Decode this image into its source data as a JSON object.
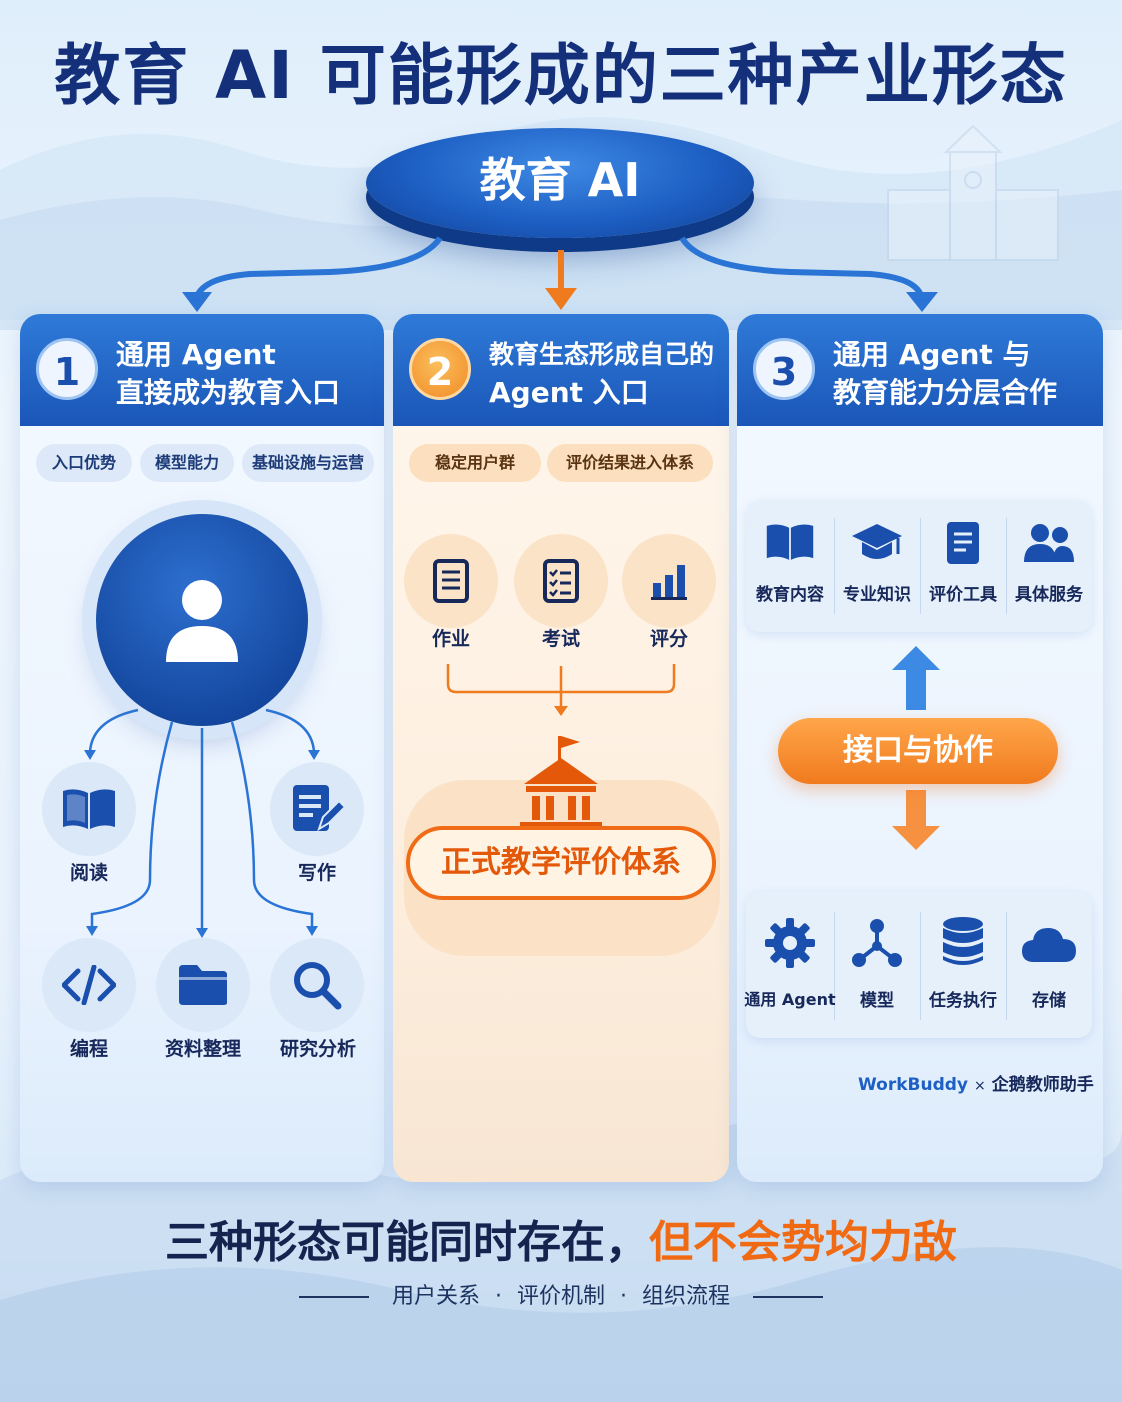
{
  "title": "教育 AI 可能形成的三种产业形态",
  "hub": "教育 AI",
  "cards": [
    {
      "num": "1",
      "title_line1": "通用 Agent",
      "title_line2": "直接成为教育入口",
      "tags": [
        "入口优势",
        "模型能力",
        "基础设施与运营"
      ],
      "items": [
        "阅读",
        "写作",
        "编程",
        "资料整理",
        "研究分析"
      ]
    },
    {
      "num": "2",
      "title_line1": "教育生态形成自己的",
      "title_line2": "Agent 入口",
      "tags": [
        "稳定用户群",
        "评价结果进入体系"
      ],
      "items": [
        "作业",
        "考试",
        "评分"
      ],
      "system": "正式教学评价体系"
    },
    {
      "num": "3",
      "title_line1": "通用 Agent 与",
      "title_line2": "教育能力分层合作",
      "top_items": [
        "教育内容",
        "专业知识",
        "评价工具",
        "具体服务"
      ],
      "interface": "接口与协作",
      "bottom_items": [
        "通用 Agent",
        "模型",
        "任务执行",
        "存储"
      ],
      "brand_a": "WorkBuddy",
      "brand_x": "×",
      "brand_b": "企鹅教师助手"
    }
  ],
  "conclusion_a": "三种形态可能同时存在，",
  "conclusion_b": "但不会势均力敌",
  "sub_items": [
    "用户关系",
    "评价机制",
    "组织流程"
  ],
  "sub_sep": "·",
  "colors": {
    "primary": "#1d5fc4",
    "accent": "#f07a1e",
    "dark": "#14307a"
  },
  "icons": [
    "user-icon",
    "book-icon",
    "edit-icon",
    "code-icon",
    "folder-icon",
    "search-icon",
    "document-icon",
    "checklist-icon",
    "bar-chart-icon",
    "institution-icon",
    "graduation-cap-icon",
    "users-icon",
    "gear-icon",
    "network-icon",
    "database-icon",
    "cloud-icon"
  ]
}
